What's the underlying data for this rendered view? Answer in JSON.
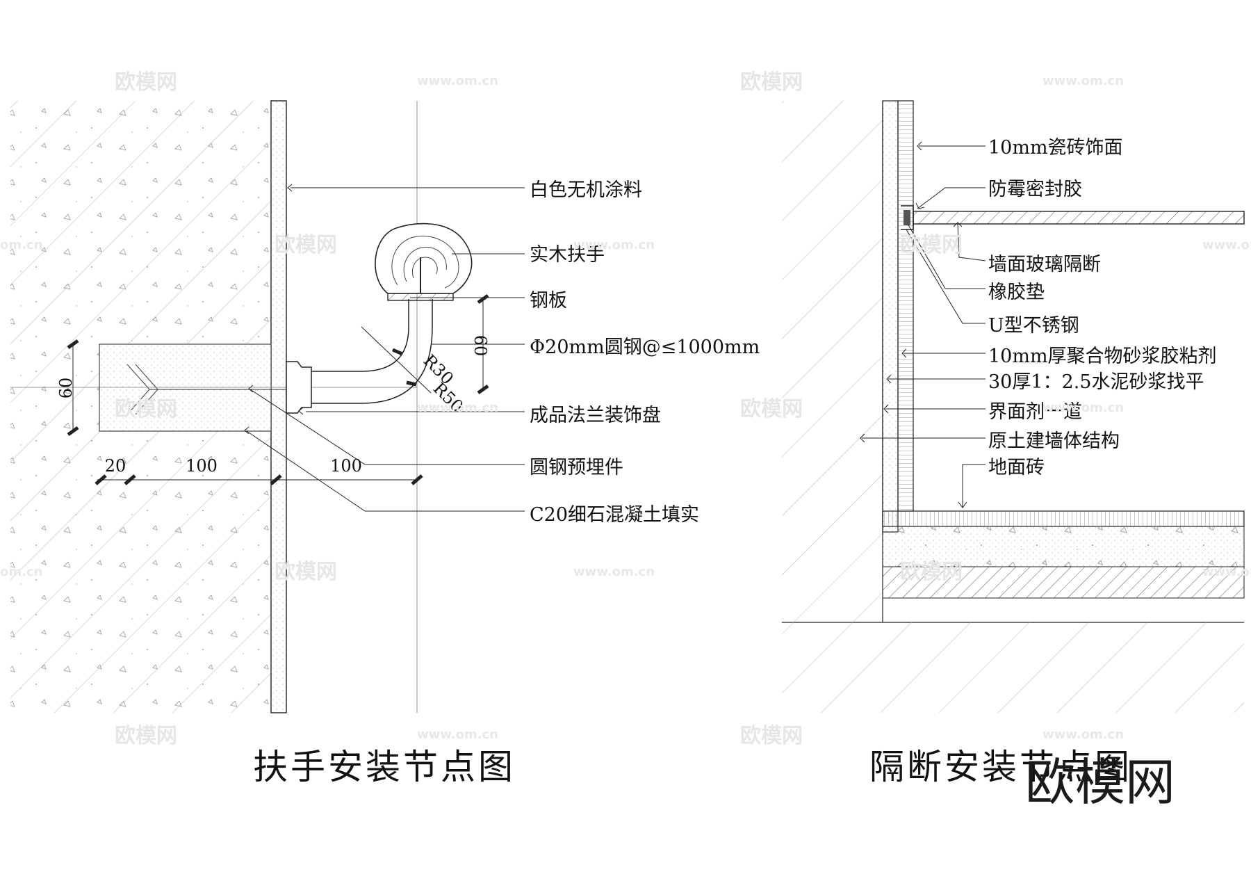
{
  "watermark": {
    "cn": "欧模网",
    "url": "www.om.cn",
    "url_partial": "om.cn",
    "logo": "欧模网"
  },
  "handrail": {
    "title": "扶手安装节点图",
    "labels": [
      "白色无机涂料",
      "实木扶手",
      "钢板",
      "Φ20mm圆钢@≤1000mm",
      "成品法兰装饰盘",
      "圆钢预埋件",
      "C20细石混凝土填实"
    ],
    "dimensions": {
      "embed_height": "60",
      "bend_height": "60",
      "r_inner": "R30",
      "r_outer": "R50",
      "d1": "20",
      "d2": "100",
      "d3": "100"
    }
  },
  "partition": {
    "title": "隔断安装节点图",
    "labels": [
      "10mm瓷砖饰面",
      "防霉密封胶",
      "墙面玻璃隔断",
      "橡胶垫",
      "U型不锈钢",
      "10mm厚聚合物砂浆胶粘剂",
      "30厚1：2.5水泥砂浆找平",
      "界面剂一道",
      "原土建墙体结构",
      "地面砖"
    ]
  }
}
